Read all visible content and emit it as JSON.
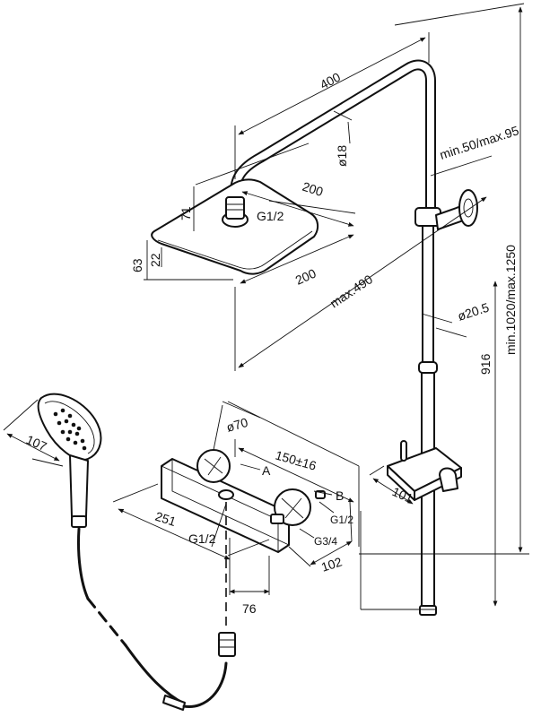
{
  "labels": {
    "arm_length": "400",
    "head_width": "200",
    "head_depth": "200",
    "arm_diameter": "ø18",
    "head_height": "71",
    "head_thickness_total": "63",
    "head_thickness": "22",
    "head_thread": "G1/2",
    "wall_distance": "min.50/max.95",
    "projection": "max.490",
    "rail_diameter": "ø20.5",
    "rail_height": "916",
    "total_height": "min.1020/max.1250",
    "handshower_width": "107",
    "knob_diameter": "ø70",
    "inlet_spacing": "150±16",
    "mark_a": "A",
    "mark_b": "B",
    "outlet_thread_right": "G1/2",
    "inlet_thread": "G3/4",
    "mixer_length": "251",
    "outlet_thread_bottom": "G1/2",
    "mixer_depth": "102",
    "outlet_offset": "76",
    "holder_width": "101"
  }
}
